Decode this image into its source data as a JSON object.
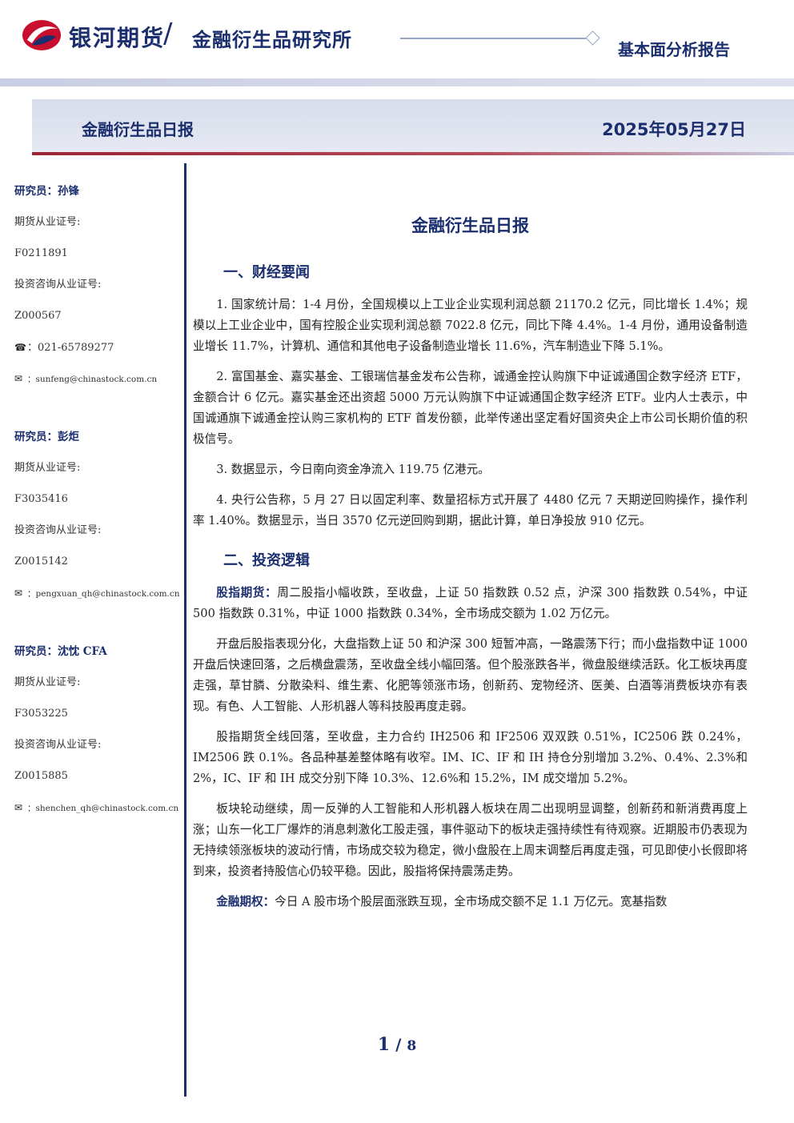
{
  "header": {
    "brand": "银河期货",
    "slash": "/",
    "institute": "金融衍生品研究所",
    "report_type": "基本面分析报告"
  },
  "banner": {
    "title": "金融衍生品日报",
    "date": "2025年05月27日"
  },
  "sidebar": {
    "researchers": [
      {
        "name": "研究员：孙锋",
        "license_label": "期货从业证号:",
        "license": "F0211891",
        "consult_label": "投资咨询从业证号:",
        "consult": "Z000567",
        "phone_prefix": "：",
        "phone": "021-65789277",
        "email_prefix": "：",
        "email": "sunfeng@chinastock.com.cn"
      },
      {
        "name": "研究员：彭炬",
        "license_label": "期货从业证号:",
        "license": "F3035416",
        "consult_label": "投资咨询从业证号:",
        "consult": "Z0015142",
        "email_prefix": "：",
        "email": "pengxuan_qh@chinastock.com.cn"
      },
      {
        "name": "研究员：沈忱  CFA",
        "license_label": "期货从业证号:",
        "license": "F3053225",
        "consult_label": "投资咨询从业证号:",
        "consult": "Z0015885",
        "email_prefix": "：",
        "email": "shenchen_qh@chinastock.com.cn"
      }
    ]
  },
  "main": {
    "title": "金融衍生品日报",
    "section1_title": "一、财经要闻",
    "news": [
      "1. 国家统计局：1-4 月份，全国规模以上工业企业实现利润总额 21170.2 亿元，同比增长 1.4%；规模以上工业企业中，国有控股企业实现利润总额 7022.8 亿元，同比下降 4.4%。1-4 月份，通用设备制造业增长 11.7%，计算机、通信和其他电子设备制造业增长 11.6%，汽车制造业下降 5.1%。",
      "2. 富国基金、嘉实基金、工银瑞信基金发布公告称，诚通金控认购旗下中证诚通国企数字经济 ETF，金额合计 6 亿元。嘉实基金还出资超 5000 万元认购旗下中证诚通国企数字经济 ETF。业内人士表示，中国诚通旗下诚通金控认购三家机构的 ETF 首发份额，此举传递出坚定看好国资央企上市公司长期价值的积极信号。",
      "3. 数据显示，今日南向资金净流入 119.75 亿港元。",
      "4. 央行公告称，5 月 27 日以固定利率、数量招标方式开展了 4480 亿元 7 天期逆回购操作，操作利率 1.40%。数据显示，当日 3570 亿元逆回购到期，据此计算，单日净投放 910 亿元。"
    ],
    "section2_title": "二、投资逻辑",
    "stock_lead": "股指期货：",
    "stock_p1": "周二股指小幅收跌，至收盘，上证 50 指数跌 0.52 点，沪深 300 指数跌 0.54%，中证 500 指数跌 0.31%，中证 1000 指数跌 0.34%，全市场成交额为 1.02 万亿元。",
    "stock_p2": "开盘后股指表现分化，大盘指数上证 50 和沪深 300 短暂冲高，一路震荡下行；而小盘指数中证 1000 开盘后快速回落，之后横盘震荡，至收盘全线小幅回落。但个股涨跌各半，微盘股继续活跃。化工板块再度走强，草甘膦、分散染料、维生素、化肥等领涨市场，创新药、宠物经济、医美、白酒等消费板块亦有表现。有色、人工智能、人形机器人等科技股再度走弱。",
    "stock_p3": "股指期货全线回落，至收盘，主力合约 IH2506 和 IF2506 双双跌 0.51%，IC2506 跌 0.24%，IM2506 跌 0.1%。各品种基差整体略有收窄。IM、IC、IF 和 IH 持仓分别增加 3.2%、0.4%、2.3%和 2%，IC、IF 和 IH 成交分别下降 10.3%、12.6%和 15.2%，IM 成交增加 5.2%。",
    "stock_p4": "板块轮动继续，周一反弹的人工智能和人形机器人板块在周二出现明显调整，创新药和新消费再度上涨；山东一化工厂爆炸的消息刺激化工股走强，事件驱动下的板块走强持续性有待观察。近期股市仍表现为无持续领涨板块的波动行情，市场成交较为稳定，微小盘股在上周末调整后再度走强，可见即使小长假即将到来，投资者持股信心仍较平稳。因此，股指将保持震荡走势。",
    "option_lead": "金融期权：",
    "option_p1": "今日 A 股市场个股层面涨跌互现，全市场成交额不足 1.1 万亿元。宽基指数"
  },
  "footer": {
    "page": "1",
    "sep": "/",
    "total": "8"
  },
  "colors": {
    "brand_navy": "#1b2e6e",
    "brand_red": "#c8102e"
  }
}
